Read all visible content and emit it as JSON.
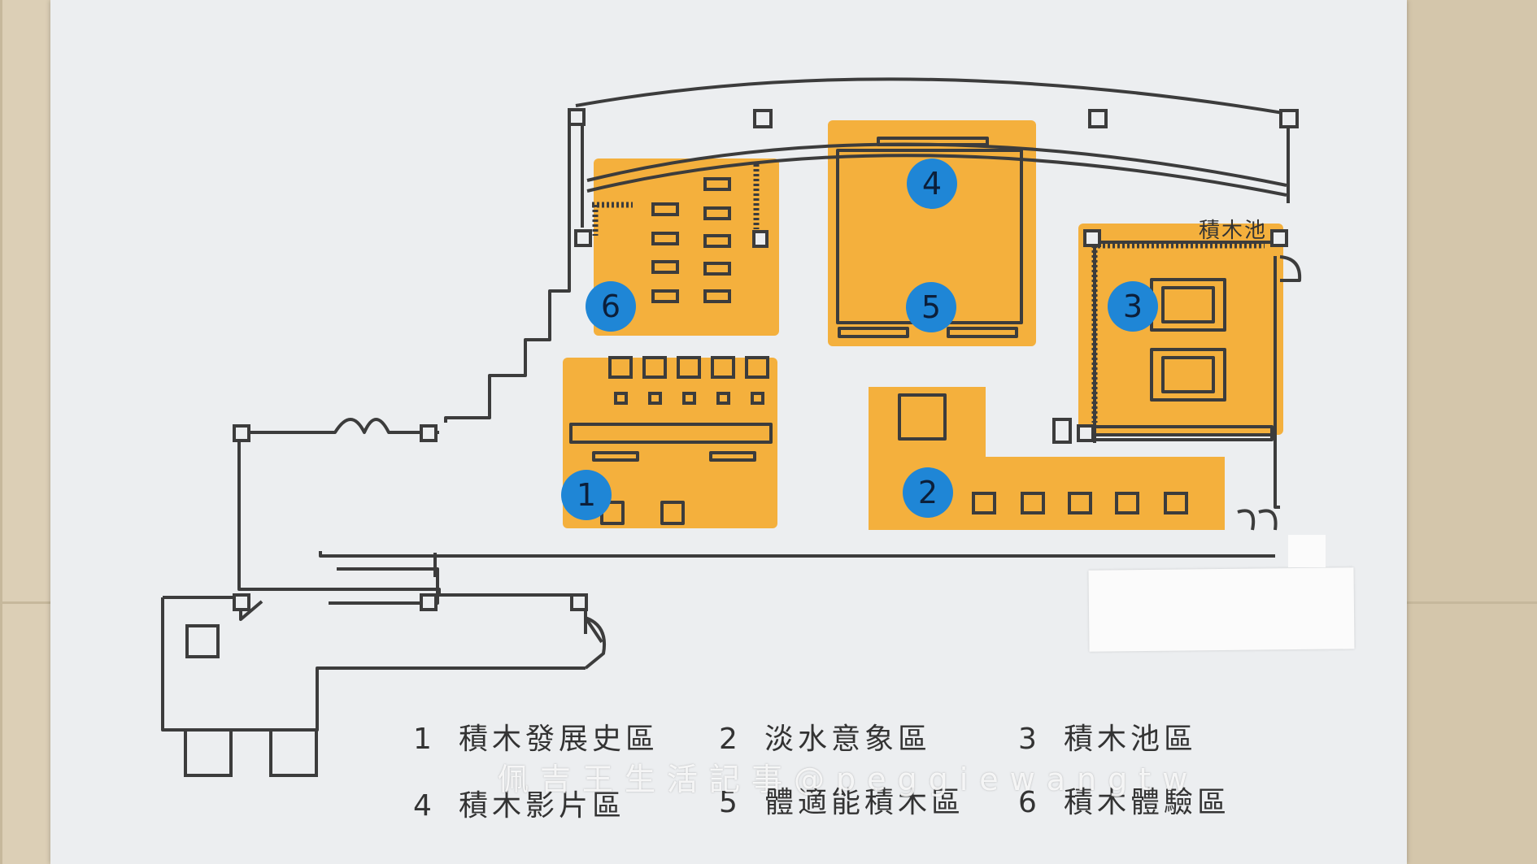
{
  "map": {
    "pool_label": "積木池",
    "zones": [
      {
        "number": "1",
        "name": "積木發展史區"
      },
      {
        "number": "2",
        "name": "淡水意象區"
      },
      {
        "number": "3",
        "name": "積木池區"
      },
      {
        "number": "4",
        "name": "積木影片區"
      },
      {
        "number": "5",
        "name": "體適能積木區"
      },
      {
        "number": "6",
        "name": "積木體驗區"
      }
    ],
    "watermark": "佩吉王生活記事@peggiewangtw",
    "colors": {
      "zone_fill": "#f4b03d",
      "badge": "#1f86d6",
      "wall_line": "#3c3c3c",
      "board": "#eceef0"
    }
  }
}
